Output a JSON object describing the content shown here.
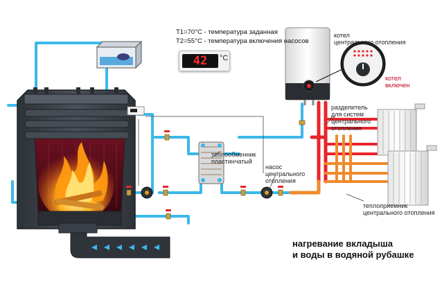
{
  "header": {
    "t1": "T1=70°C - температура заданная",
    "t2": "T2=55°C - температура включения насосов"
  },
  "display": {
    "value": "42",
    "unit": "°C"
  },
  "labels": {
    "boiler": [
      "котел",
      "центрального отопления"
    ],
    "boiler_on": [
      "котел",
      "включен"
    ],
    "distributor": [
      "разделитель",
      "для систем",
      "центрального",
      "отопления"
    ],
    "heat_exchanger": [
      "теплообменник",
      "пластинчатый"
    ],
    "pump": [
      "насос",
      "центрального",
      "отопления"
    ],
    "receivers": [
      "теплоприемник",
      "центрального отопления"
    ]
  },
  "title": [
    "нагревание вкладыша",
    "и воды в водяной рубашке"
  ],
  "colors": {
    "cold": "#3bb8ea",
    "hot": "#e8242b",
    "warm": "#f08a2a",
    "stove": "#3a4048",
    "fire": "#ff9a10"
  }
}
